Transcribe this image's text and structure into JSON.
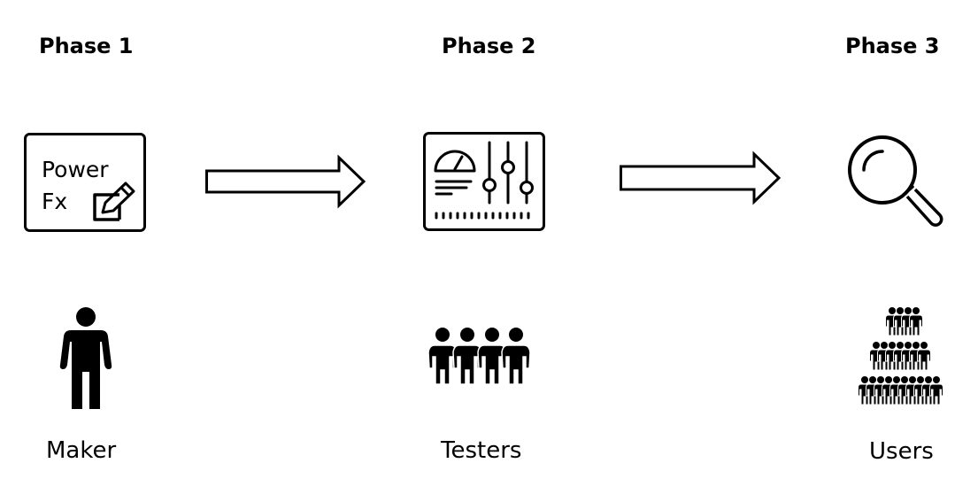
{
  "phases": [
    {
      "title": "Phase 1",
      "role": "Maker",
      "icon": "power-fx-edit-icon"
    },
    {
      "title": "Phase 2",
      "role": "Testers",
      "icon": "control-panel-icon"
    },
    {
      "title": "Phase 3",
      "role": "Users",
      "icon": "magnifying-glass-icon"
    }
  ],
  "power_fx": {
    "line1": "Power",
    "line2": "Fx"
  },
  "people_icons": [
    "single-person-icon",
    "group-of-people-icon",
    "crowd-of-people-icon"
  ],
  "colors": {
    "ink": "#000000",
    "background": "#ffffff"
  }
}
